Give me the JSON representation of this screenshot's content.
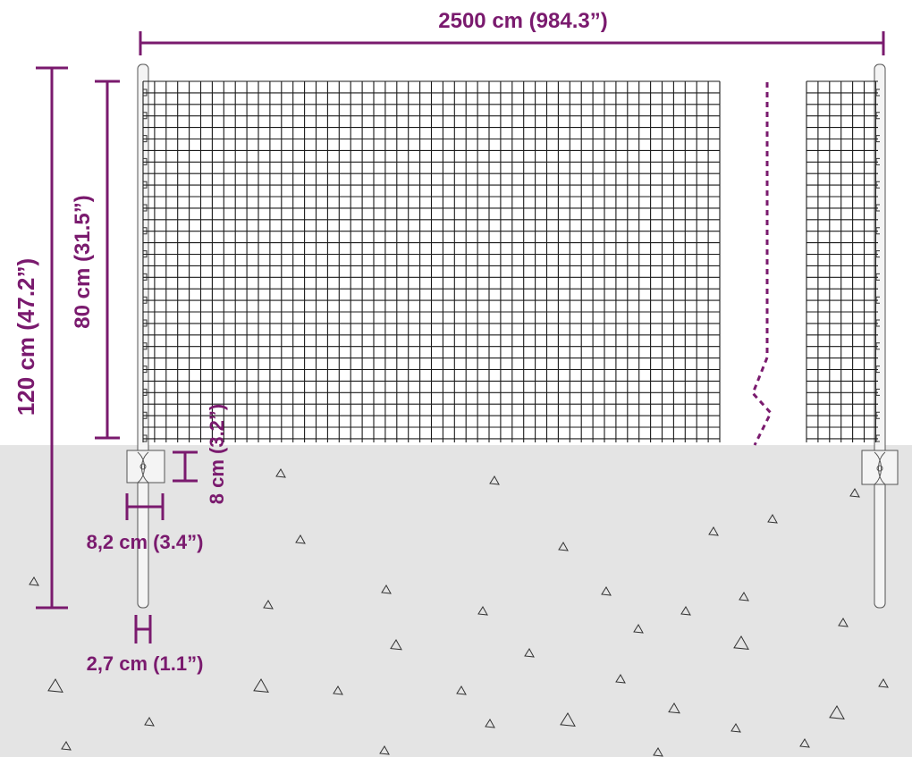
{
  "dimensions": {
    "total_length": "2500 cm (984.3”)",
    "total_height": "120 cm (47.2”)",
    "mesh_height": "80 cm (31.5”)",
    "bracket_height": "8 cm (3.2”)",
    "bracket_width": "8,2 cm (3.4”)",
    "post_diameter": "2,7 cm (1.1”)"
  },
  "colors": {
    "dimension": "#7a1a6e",
    "ground": "#e4e4e4",
    "mesh": "#1a1a1a",
    "post": "#f2f2f2"
  }
}
